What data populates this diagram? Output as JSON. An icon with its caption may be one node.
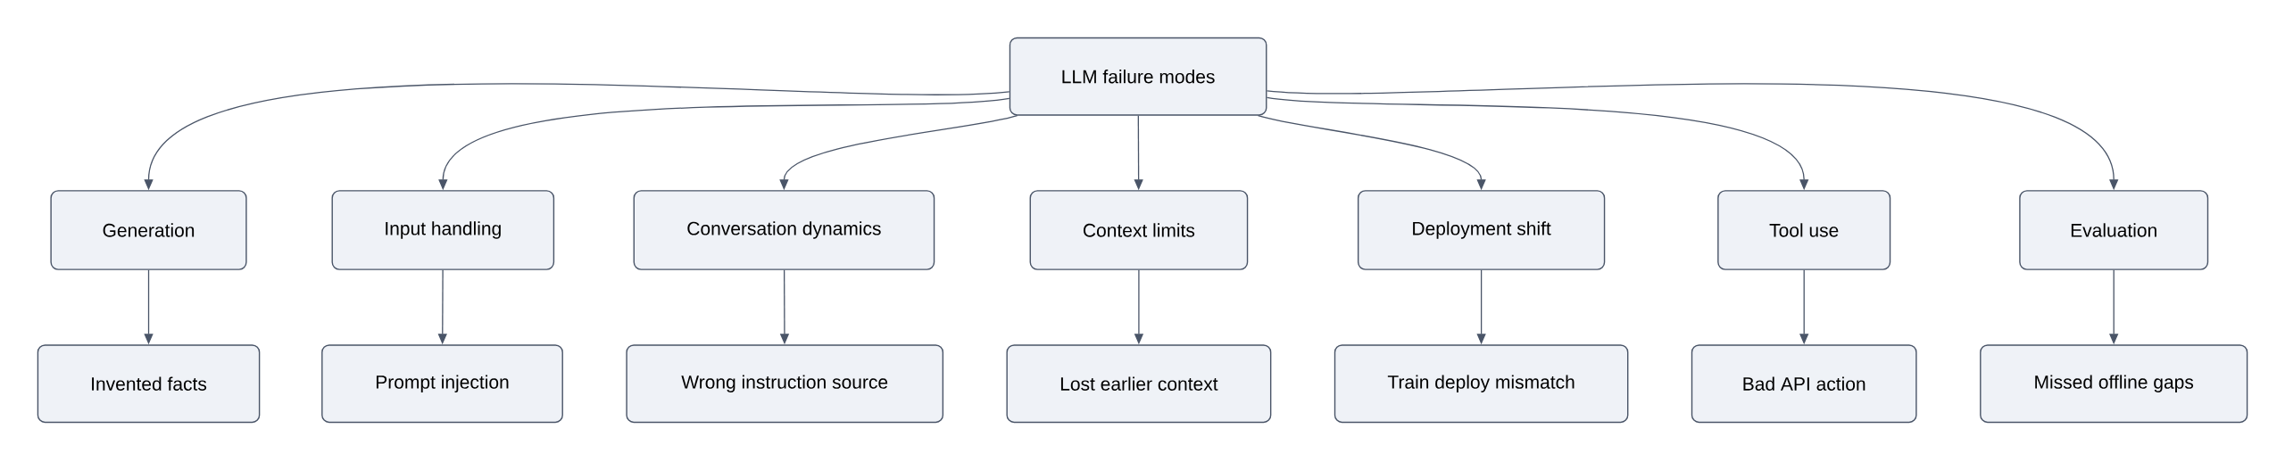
{
  "diagram": {
    "nodes": [
      {
        "text": [
          "LLM failure modes"
        ]
      },
      {
        "text": [
          "Generation"
        ]
      },
      {
        "text": [
          "Input handling"
        ]
      },
      {
        "text": [
          "Conversation dynamics"
        ]
      },
      {
        "text": [
          "Context limits"
        ]
      },
      {
        "text": [
          "Deployment shift"
        ]
      },
      {
        "text": [
          "Tool use"
        ]
      },
      {
        "text": [
          "Evaluation"
        ]
      },
      {
        "text": [
          "Invented facts"
        ]
      },
      {
        "text": [
          "Prompt injection"
        ]
      },
      {
        "text": [
          "Wrong instruction source"
        ]
      },
      {
        "text": [
          "Lost earlier context"
        ]
      },
      {
        "text": [
          "Train deploy mismatch"
        ]
      },
      {
        "text": [
          "Bad API action"
        ]
      },
      {
        "text": [
          "Missed offline gaps"
        ]
      }
    ],
    "edges": [
      {
        "from": 0,
        "to": 1,
        "arrow": "to"
      },
      {
        "from": 0,
        "to": 2,
        "arrow": "to"
      },
      {
        "from": 0,
        "to": 3,
        "arrow": "to"
      },
      {
        "from": 0,
        "to": 4,
        "arrow": "to"
      },
      {
        "from": 0,
        "to": 5,
        "arrow": "to"
      },
      {
        "from": 0,
        "to": 6,
        "arrow": "to"
      },
      {
        "from": 0,
        "to": 7,
        "arrow": "to"
      },
      {
        "from": 1,
        "to": 8,
        "arrow": "to"
      },
      {
        "from": 2,
        "to": 9,
        "arrow": "to"
      },
      {
        "from": 3,
        "to": 10,
        "arrow": "to"
      },
      {
        "from": 4,
        "to": 11,
        "arrow": "to"
      },
      {
        "from": 5,
        "to": 12,
        "arrow": "to"
      },
      {
        "from": 6,
        "to": 13,
        "arrow": "to"
      },
      {
        "from": 7,
        "to": 14,
        "arrow": "to"
      }
    ]
  }
}
